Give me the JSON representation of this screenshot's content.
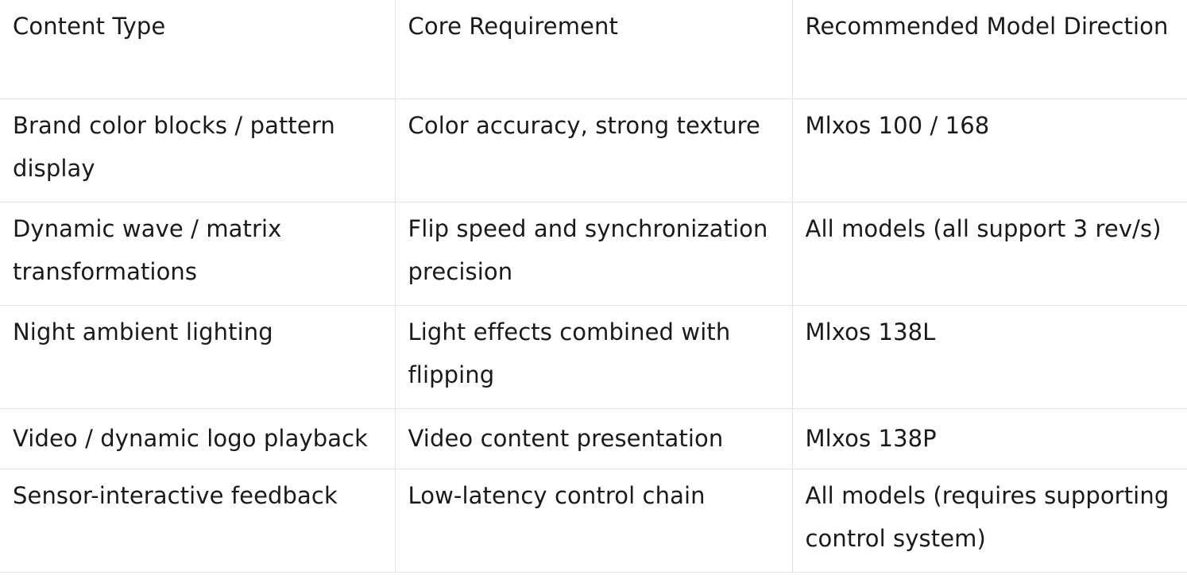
{
  "table": {
    "headers": [
      "Content Type",
      "Core Requirement",
      "Recommended Model Direction"
    ],
    "rows": [
      [
        "Brand color blocks / pattern display",
        "Color accuracy, strong texture",
        "Mlxos 100 / 168"
      ],
      [
        "Dynamic wave / matrix transformations",
        "Flip speed and synchronization precision",
        "All models (all support 3 rev/s)"
      ],
      [
        "Night ambient lighting",
        "Light effects combined with flipping",
        "Mlxos 138L"
      ],
      [
        "Video / dynamic logo playback",
        "Video content presentation",
        "Mlxos 138P"
      ],
      [
        "Sensor-interactive feedback",
        "Low-latency control chain",
        "All models (requires supporting control system)"
      ]
    ]
  }
}
